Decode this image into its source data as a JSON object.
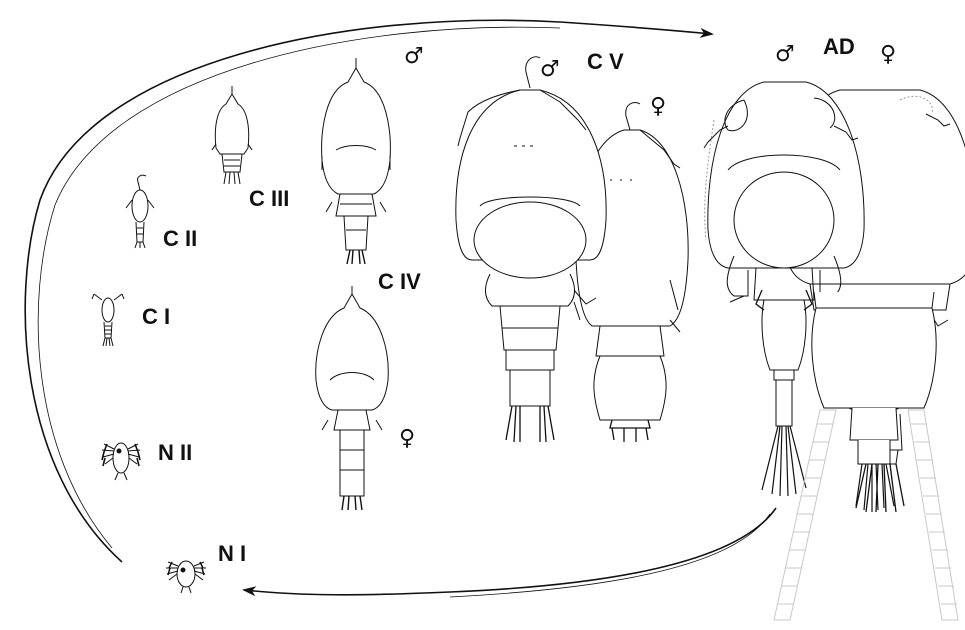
{
  "stages": [
    {
      "key": "n1",
      "label": "N I"
    },
    {
      "key": "n2",
      "label": "N II"
    },
    {
      "key": "c1",
      "label": "C I"
    },
    {
      "key": "c2",
      "label": "C II"
    },
    {
      "key": "c3",
      "label": "C III"
    },
    {
      "key": "c4",
      "label": "C IV"
    },
    {
      "key": "c5",
      "label": "C V"
    },
    {
      "key": "ad",
      "label": "AD"
    }
  ],
  "sex_symbols": {
    "male": "♂",
    "female": "♀"
  },
  "colors": {
    "ink": "#111111",
    "faint": "#c8c8c8",
    "background": "#ffffff"
  }
}
